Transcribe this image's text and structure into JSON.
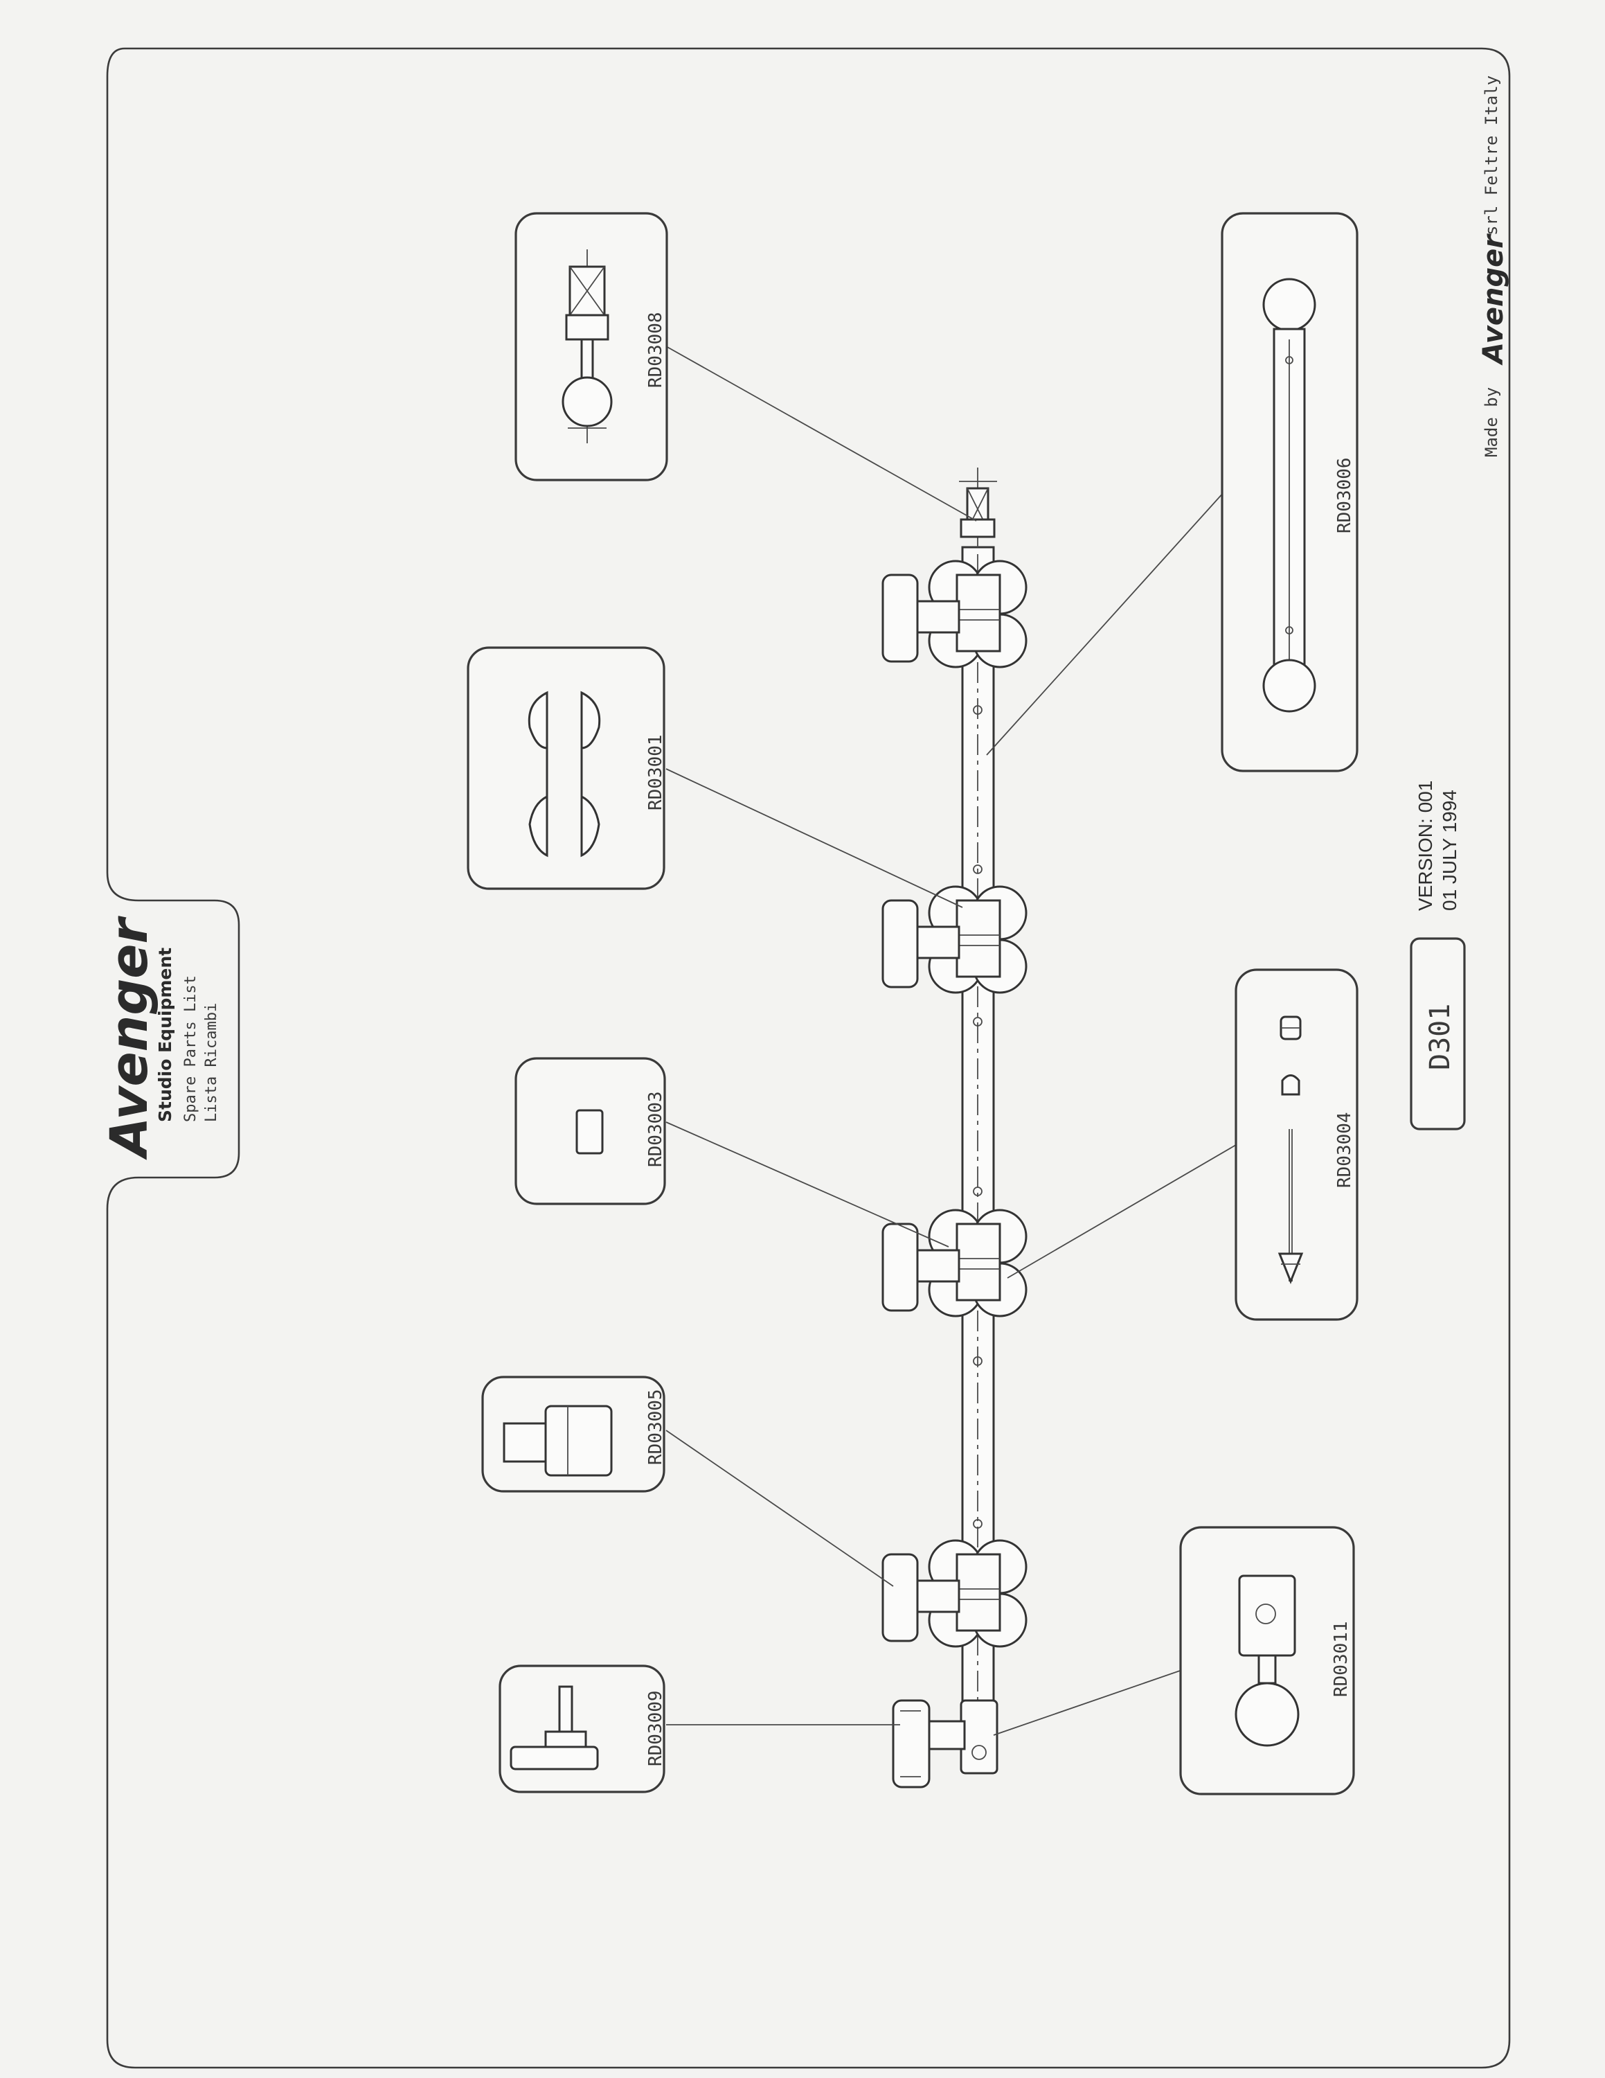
{
  "title_block": {
    "brand": "Avenger",
    "line1": "Studio Equipment",
    "line2": "Spare Parts List",
    "line3": "Lista Ricambi"
  },
  "model_code": "D301",
  "version": {
    "line1": "VERSION: 001",
    "line2": "01 JULY 1994"
  },
  "footer": {
    "made_by": "Made by",
    "brand": "Avenger",
    "rest": "srl Feltre Italy"
  },
  "parts": [
    {
      "code": "RD03008"
    },
    {
      "code": "RD03001"
    },
    {
      "code": "RD03003"
    },
    {
      "code": "RD03005"
    },
    {
      "code": "RD03009"
    },
    {
      "code": "RD03006"
    },
    {
      "code": "RD03004"
    },
    {
      "code": "RD03011"
    }
  ]
}
